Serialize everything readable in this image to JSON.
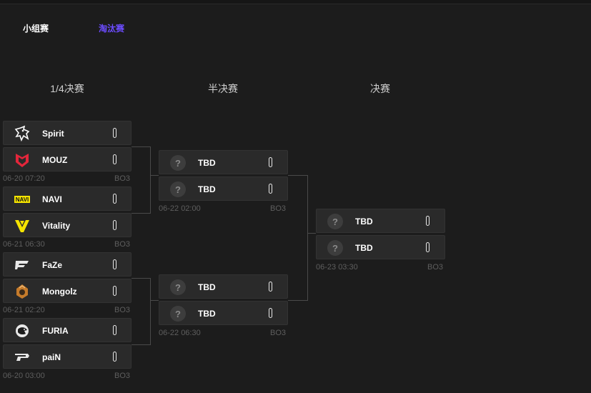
{
  "tabs": {
    "groups": "小组赛",
    "playoffs": "淘汰赛"
  },
  "rounds": {
    "quarter": "1/4决赛",
    "semi": "半决赛",
    "final": "决赛"
  },
  "quarterfinals": [
    {
      "team1": "Spirit",
      "team2": "MOUZ",
      "time": "06-20 07:20",
      "format": "BO3"
    },
    {
      "team1": "NAVI",
      "team2": "Vitality",
      "time": "06-21 06:30",
      "format": "BO3"
    },
    {
      "team1": "FaZe",
      "team2": "Mongolz",
      "time": "06-21 02:20",
      "format": "BO3"
    },
    {
      "team1": "FURIA",
      "team2": "paiN",
      "time": "06-20 03:00",
      "format": "BO3"
    }
  ],
  "semifinals": [
    {
      "team1": "TBD",
      "team2": "TBD",
      "time": "06-22 02:00",
      "format": "BO3"
    },
    {
      "team1": "TBD",
      "team2": "TBD",
      "time": "06-22 06:30",
      "format": "BO3"
    }
  ],
  "final": {
    "team1": "TBD",
    "team2": "TBD",
    "time": "06-23 03:30",
    "format": "BO3"
  },
  "tbd_icon": "?",
  "colors": {
    "accent": "#6c4cff",
    "mouz": "#e3263b",
    "navi": "#f5e400",
    "vitality": "#f5e400",
    "mongolz": "#c57b2b"
  }
}
